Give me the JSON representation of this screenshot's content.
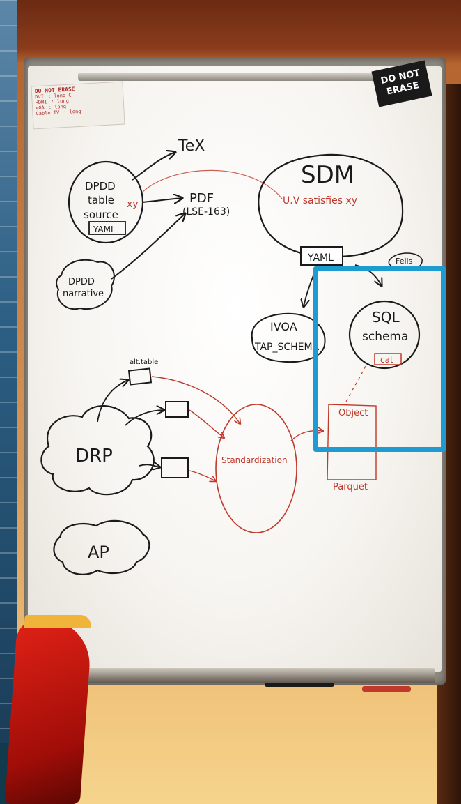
{
  "sticker": {
    "line1": "DO NOT",
    "line2": "ERASE"
  },
  "note_card": {
    "title": "DO NOT ERASE",
    "rows": [
      {
        "label": "DVI",
        "value": ": long C"
      },
      {
        "label": "HDMI",
        "value": ": long"
      },
      {
        "label": "VGA",
        "value": ": long"
      },
      {
        "label": "Cable TV",
        "value": ": long"
      }
    ]
  },
  "diagram": {
    "tex": "TeX",
    "dpdd_table_source": [
      "DPDD",
      "table",
      "source"
    ],
    "xy": "xy",
    "yaml_left": "YAML",
    "pdf": "PDF",
    "lse": "(LSE-163)",
    "dpdd_narrative": [
      "DPDD",
      "narrative"
    ],
    "sdm": "SDM",
    "uv_satisfies": "U.V   satisfies xy",
    "yaml_sdm": "YAML",
    "felis": "Felis",
    "ivoa": [
      "IVOA",
      "TAP_SCHEMA"
    ],
    "sql_schema": [
      "SQL",
      "schema"
    ],
    "cat": "cat",
    "alt_table": "alt.table",
    "drp": "DRP",
    "ap": "AP",
    "standardization": "Standardization",
    "object": "Object",
    "parquet": "Parquet"
  },
  "colors": {
    "ink_black": "#1a1a1a",
    "ink_red": "#c0392b",
    "highlight": "#1e9bd0",
    "chair_red": "#d0190f"
  }
}
